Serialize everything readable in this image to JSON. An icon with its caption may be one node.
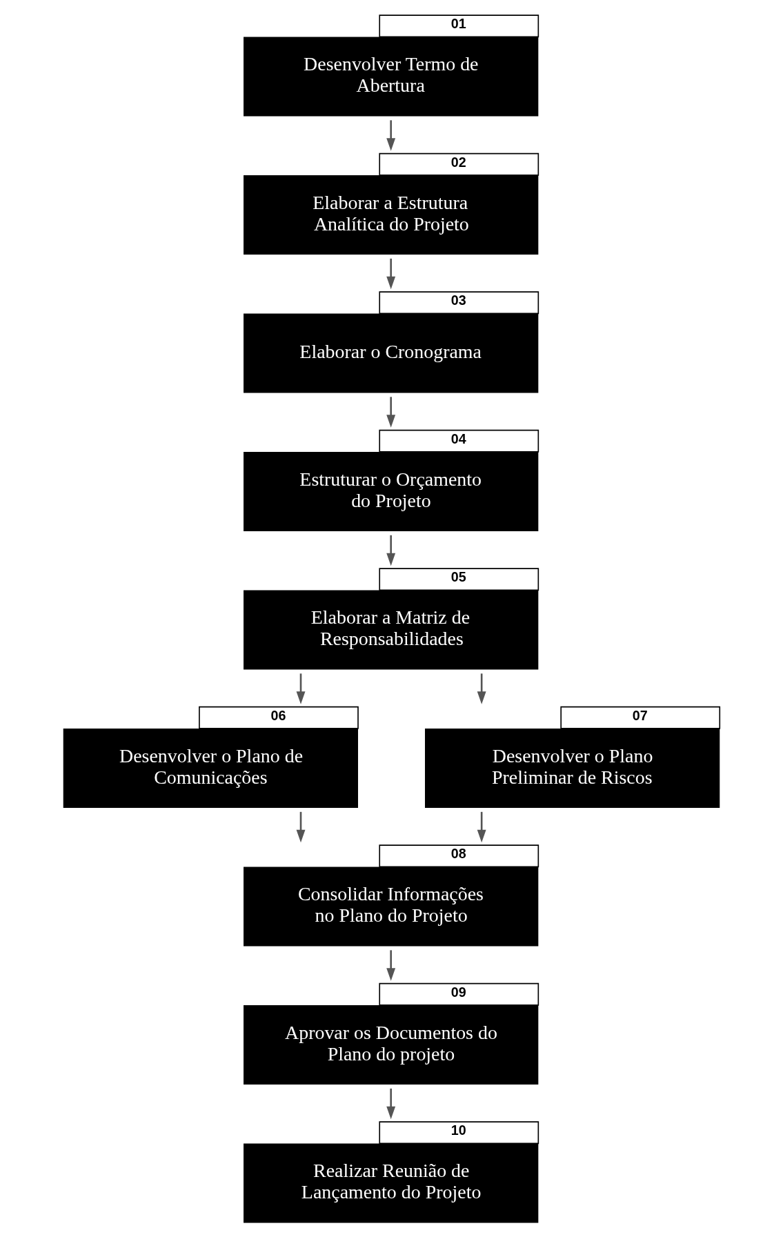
{
  "diagram": {
    "nodes": [
      {
        "text": [
          "Desenvolver Termo de Abertura"
        ],
        "beside": [
          "01"
        ]
      },
      {
        "text": [
          "Elaborar a Estrutura Analítica do Projeto"
        ],
        "beside": [
          "02"
        ]
      },
      {
        "text": [
          "Elaborar o Cronograma"
        ],
        "beside": [
          "03"
        ]
      },
      {
        "text": [
          "Estruturar o Orçamento do Projeto"
        ],
        "beside": [
          "04"
        ]
      },
      {
        "text": [
          "Elaborar a Matriz de Responsabilidades"
        ],
        "beside": [
          "05"
        ]
      },
      {
        "text": [
          "Desenvolver o Plano de Comunicações"
        ],
        "beside": [
          "06"
        ]
      },
      {
        "text": [
          "Desenvolver o Plano Preliminar de Riscos"
        ],
        "beside": [
          "07"
        ]
      },
      {
        "text": [
          "Consolidar Informações no Plano do Projeto"
        ],
        "beside": [
          "08"
        ]
      },
      {
        "text": [
          "Aprovar os Documentos do Plano do projeto"
        ],
        "beside": [
          "09"
        ]
      },
      {
        "text": [
          "Realizar Reunião de Lançamento do Projeto"
        ],
        "beside": [
          "10"
        ]
      }
    ],
    "edges": [
      {
        "from": 0,
        "to": 1,
        "arrow": "to"
      },
      {
        "from": 1,
        "to": 2,
        "arrow": "to"
      },
      {
        "from": 2,
        "to": 3,
        "arrow": "to"
      },
      {
        "from": 3,
        "to": 4,
        "arrow": "to"
      },
      {
        "from": 4,
        "to": 5,
        "arrow": "to"
      },
      {
        "from": 4,
        "to": 6,
        "arrow": "to"
      },
      {
        "from": 5,
        "to": 7,
        "arrow": "to"
      },
      {
        "from": 6,
        "to": 7,
        "arrow": "to"
      },
      {
        "from": 7,
        "to": 8,
        "arrow": "to"
      },
      {
        "from": 8,
        "to": 9,
        "arrow": "to"
      }
    ]
  }
}
